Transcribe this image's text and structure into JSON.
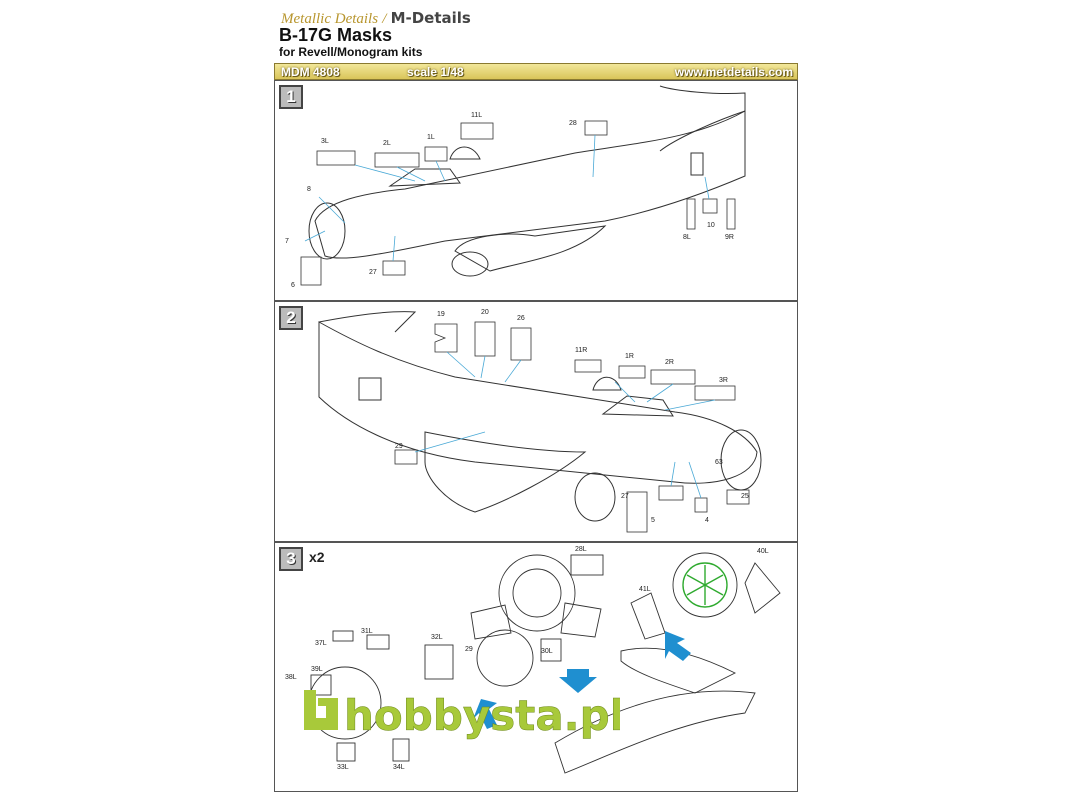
{
  "header": {
    "brand_script": "Metallic Details",
    "brand_sep": "/",
    "brand_name": "M-Details",
    "title": "B-17G Masks",
    "subtitle": "for Revell/Monogram kits"
  },
  "info_bar": {
    "code": "MDM 4808",
    "scale": "scale 1/48",
    "url": "www.metdetails.com"
  },
  "steps": [
    {
      "number": "1",
      "labels": [
        "3L",
        "2L",
        "1L",
        "11L",
        "28",
        "8",
        "7",
        "6",
        "27",
        "8L",
        "10",
        "9R"
      ]
    },
    {
      "number": "2",
      "labels": [
        "19",
        "20",
        "26",
        "11R",
        "1R",
        "2R",
        "3R",
        "29",
        "63",
        "27",
        "5",
        "4",
        "25"
      ]
    },
    {
      "number": "3",
      "multiplier": "x2",
      "labels": [
        "28L",
        "40L",
        "41L",
        "29",
        "30L",
        "37L",
        "31L",
        "32L",
        "38L",
        "39L",
        "33L",
        "34L"
      ]
    }
  ],
  "watermark": "hobbysta.pl",
  "colors": {
    "leader_lines": "#4aa9d6",
    "arrow": "#1f8fd0",
    "mask_green": "#2faa2f",
    "watermark_green": "#a8c93a",
    "gold": "#b8962e"
  }
}
